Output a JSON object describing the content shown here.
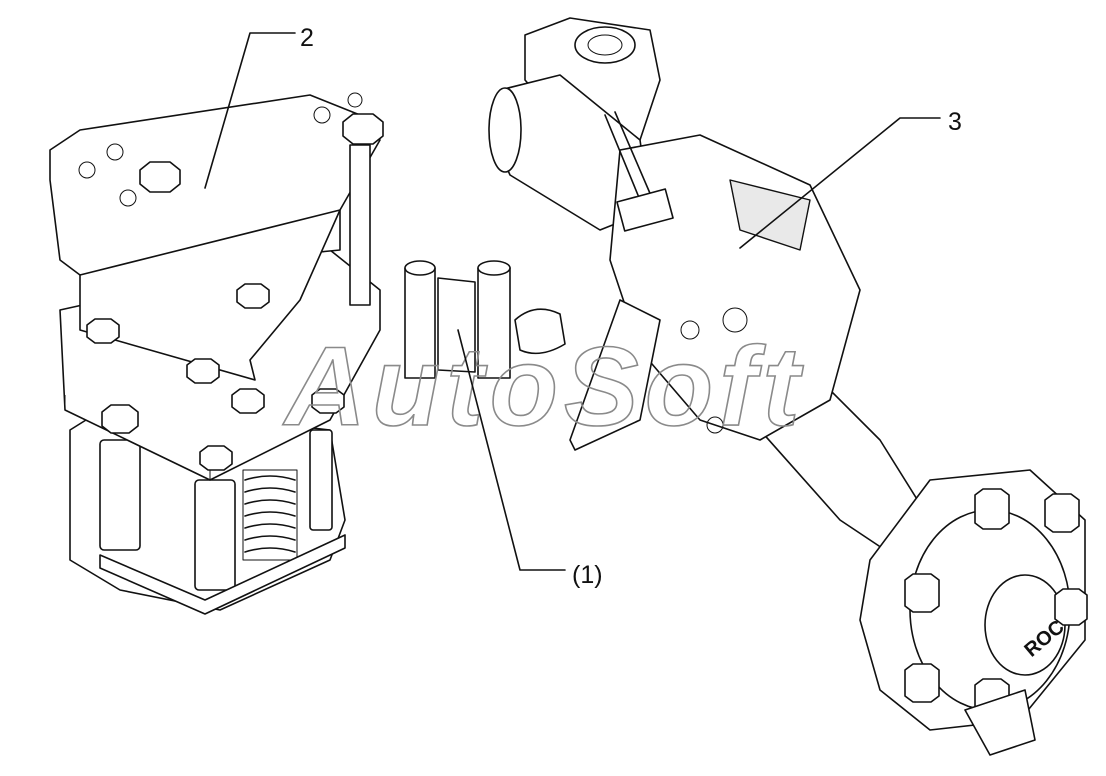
{
  "callouts": [
    {
      "id": "2",
      "label": "2"
    },
    {
      "id": "3",
      "label": "3"
    },
    {
      "id": "1",
      "label": "(1)"
    }
  ],
  "watermark": {
    "text": "AutoSoft"
  },
  "hub_cap_text": "ROC",
  "colors": {
    "line": "#111111",
    "background": "#ffffff",
    "watermark": "#8a8a8a"
  }
}
